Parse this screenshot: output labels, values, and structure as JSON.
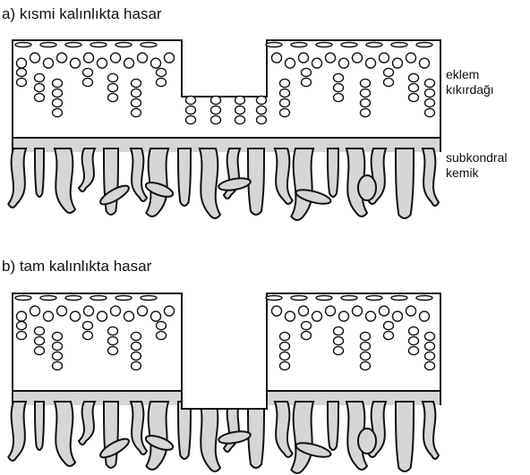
{
  "panel_a": {
    "title": "a) kısmi kalınlıkta hasar"
  },
  "panel_b": {
    "title": "b) tam kalınlıkta hasar"
  },
  "labels": {
    "cartilage_line1": "eklem",
    "cartilage_line2": "kıkırdağı",
    "bone_line1": "subkondral",
    "bone_line2": "kemik"
  },
  "colors": {
    "bone_fill": "#d6d6d6",
    "outline": "#111111",
    "cartilage_fill": "#ffffff"
  }
}
